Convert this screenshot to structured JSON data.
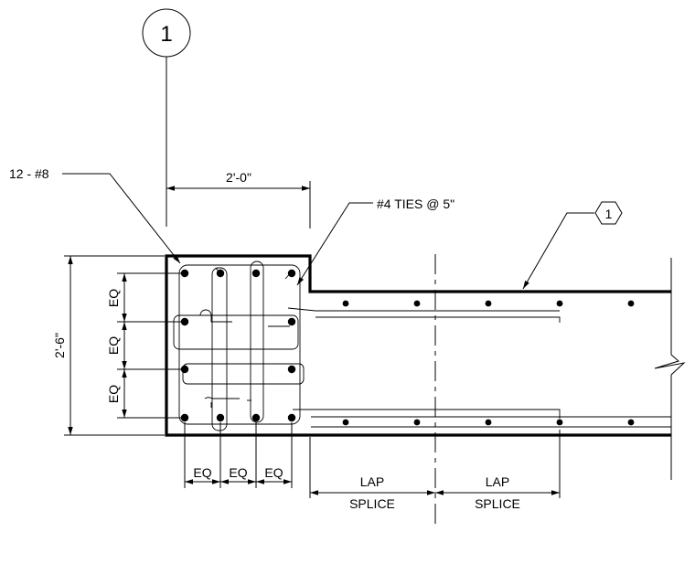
{
  "grid_bubble": {
    "label": "1"
  },
  "rebar_callout": {
    "label": "12 - #8"
  },
  "width_dimension": {
    "label": "2'-0\""
  },
  "ties_callout": {
    "label": "#4 TIES @ 5\""
  },
  "revision_tag": {
    "label": "1"
  },
  "height_dimension": {
    "label": "2'-6\""
  },
  "vertical_spacing": {
    "labels": [
      "EQ",
      "EQ",
      "EQ"
    ]
  },
  "horizontal_spacing": {
    "labels": [
      "EQ",
      "EQ",
      "EQ"
    ]
  },
  "lap_splice_left": {
    "line1": "LAP",
    "line2": "SPLICE"
  },
  "lap_splice_right": {
    "line1": "LAP",
    "line2": "SPLICE"
  }
}
